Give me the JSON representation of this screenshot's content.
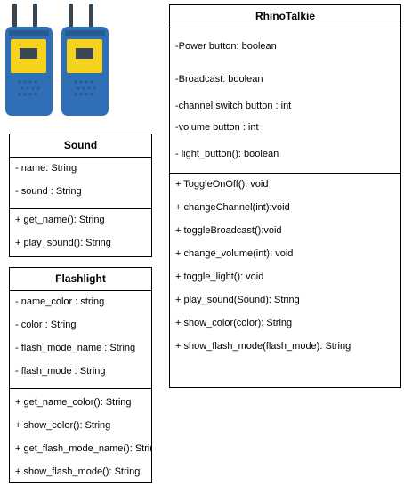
{
  "colors": {
    "border": "#000000",
    "background": "#ffffff",
    "walkie_body": "#2f6fb6",
    "walkie_panel": "#f5d21b",
    "walkie_antenna": "#3a4750"
  },
  "icons": {
    "walkie_talkie": "walkie-talkie-icon"
  },
  "classes": {
    "rhinotalkie": {
      "name": "RhinoTalkie",
      "attributes": [
        "-Power button: boolean",
        "-Broadcast: boolean",
        "-channel switch button : int",
        "-volume button : int",
        "- light_button(): boolean"
      ],
      "methods": [
        "+ ToggleOnOff(): void",
        "+ changeChannel(int):void",
        "+ toggleBroadcast():void",
        "+ change_volume(int): void",
        "+ toggle_light(): void",
        "+ play_sound(Sound): String",
        "+ show_color(color): String",
        "+ show_flash_mode(flash_mode): String"
      ]
    },
    "sound": {
      "name": "Sound",
      "attributes": [
        "- name: String",
        "- sound :  String"
      ],
      "methods": [
        "+ get_name(): String",
        "+ play_sound(): String"
      ]
    },
    "flashlight": {
      "name": "Flashlight",
      "attributes": [
        "- name_color : string",
        "- color : String",
        "- flash_mode_name : String",
        "- flash_mode : String"
      ],
      "methods": [
        "+ get_name_color(): String",
        "+ show_color(): String",
        "+ get_flash_mode_name(): String",
        "+ show_flash_mode(): String"
      ]
    }
  }
}
